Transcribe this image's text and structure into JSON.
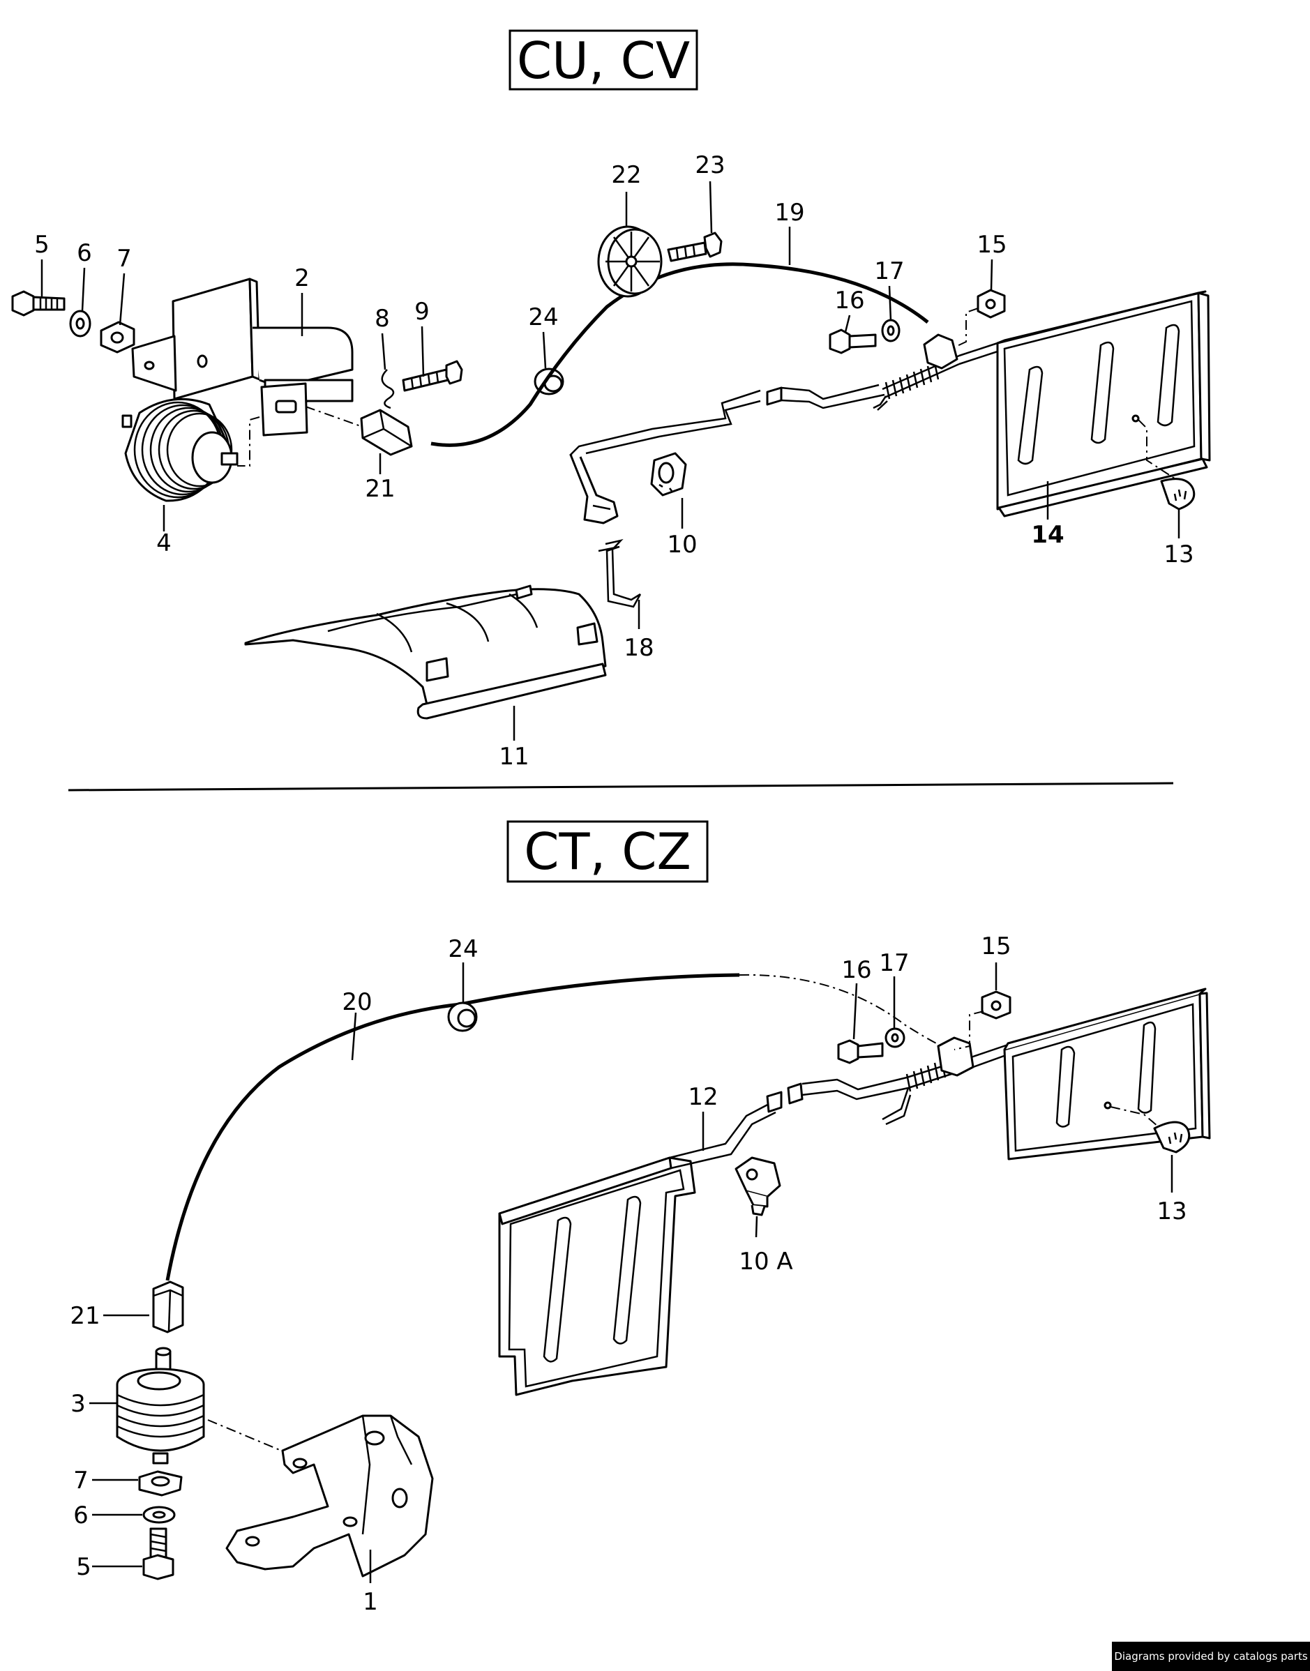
{
  "sections": {
    "top": {
      "title": "CU, CV"
    },
    "bottom": {
      "title": "CT, CZ"
    }
  },
  "labels": {
    "top": {
      "n2": "2",
      "n4": "4",
      "n5": "5",
      "n6": "6",
      "n7": "7",
      "n8": "8",
      "n9": "9",
      "n10": "10",
      "n11": "11",
      "n13": "13",
      "n14": "14",
      "n15": "15",
      "n16": "16",
      "n17": "17",
      "n18": "18",
      "n19": "19",
      "n21": "21",
      "n22": "22",
      "n23": "23",
      "n24": "24"
    },
    "bottom": {
      "n1": "1",
      "n3": "3",
      "n5": "5",
      "n6": "6",
      "n7": "7",
      "n10a": "10 A",
      "n12": "12",
      "n13": "13",
      "n15": "15",
      "n16": "16",
      "n17": "17",
      "n20": "20",
      "n21": "21",
      "n24": "24"
    }
  },
  "footer": {
    "credit": "Diagrams provided by catalogs parts"
  }
}
